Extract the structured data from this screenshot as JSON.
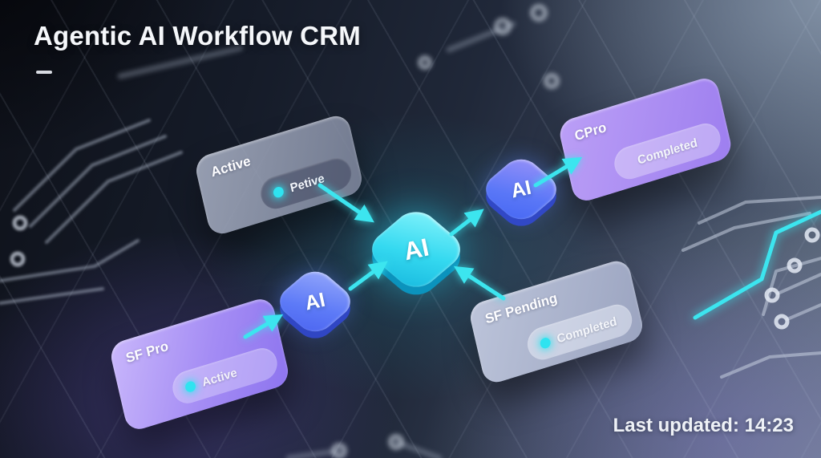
{
  "header": {
    "title": "Agentic AI Workflow CRM"
  },
  "status_bar": {
    "last_updated": "Last updated: 14:23"
  },
  "workflow": {
    "cards": [
      {
        "title": "Active",
        "badge": "Petive"
      },
      {
        "title": "SF Pro",
        "badge": "Active"
      },
      {
        "title": "SF Pending",
        "badge": "Completed"
      },
      {
        "title": "CPro",
        "badge": "Completed"
      }
    ],
    "ai_nodes": [
      {
        "label": "AI"
      },
      {
        "label": "AI"
      },
      {
        "label": "AI"
      }
    ]
  },
  "colors": {
    "arrow_cyan": "#3CE5EF",
    "node_cyan": "#2AD4EE",
    "node_blue": "#5B78F6",
    "card_purple": "#9A82F2",
    "card_slate": "#9AA3BD",
    "status_dot": "#2FE3F0"
  }
}
